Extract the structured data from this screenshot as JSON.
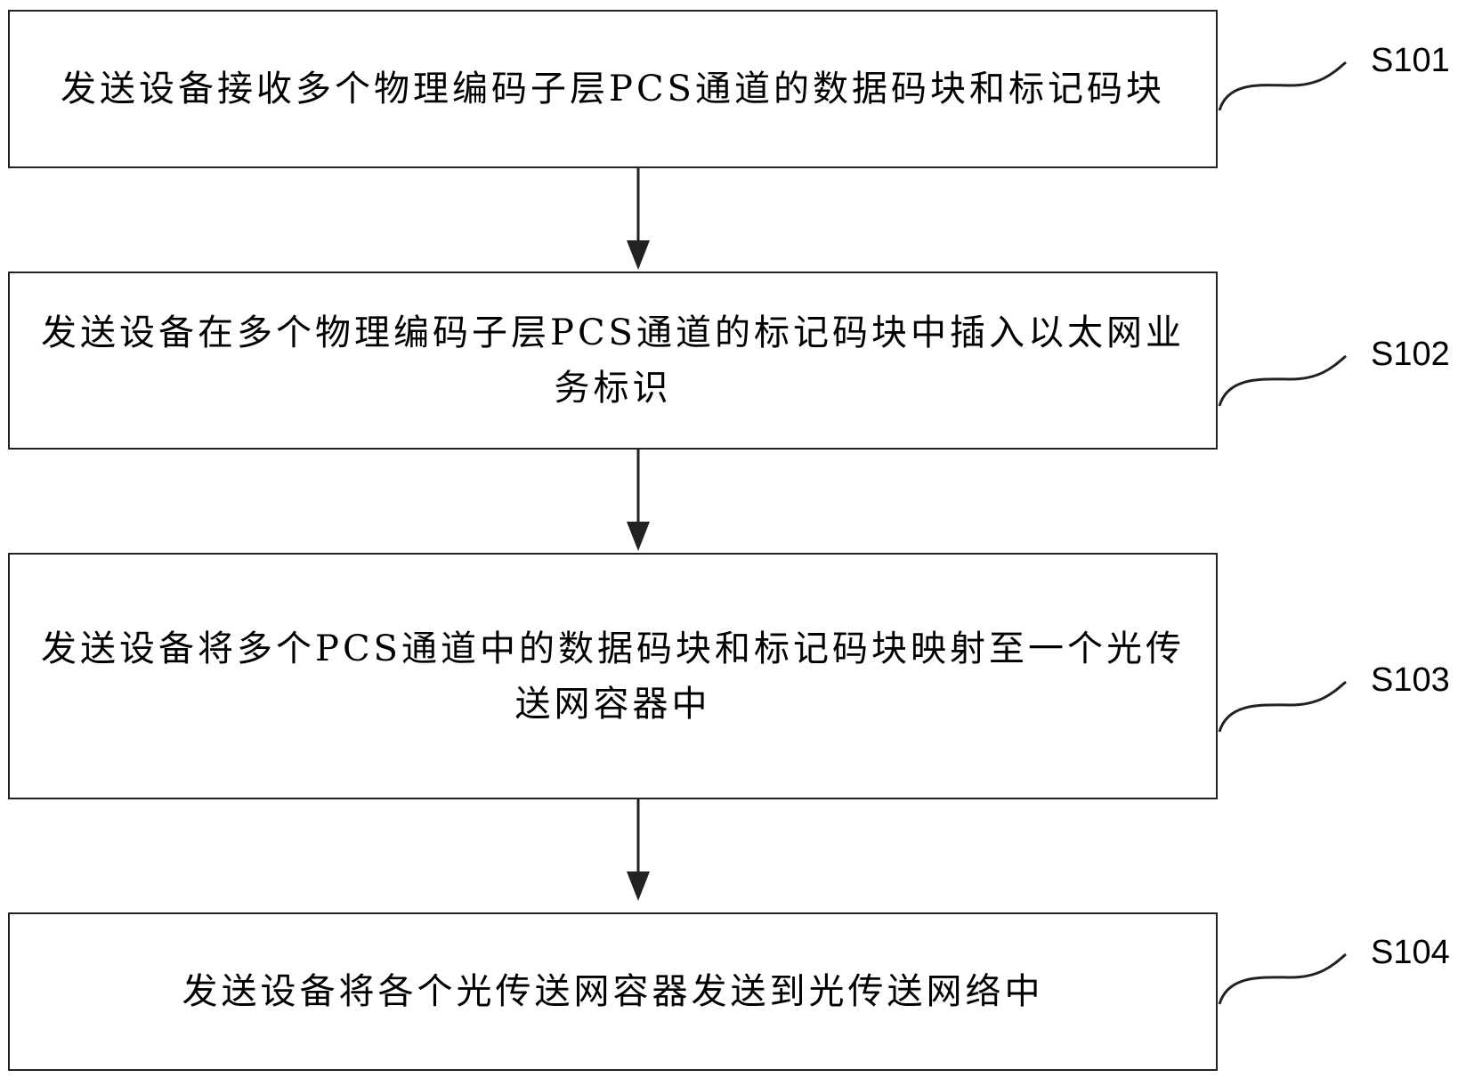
{
  "steps": [
    {
      "id": "S101",
      "label": "S101",
      "text": "发送设备接收多个物理编码子层PCS通道的数据码块和标记码块"
    },
    {
      "id": "S102",
      "label": "S102",
      "text": "发送设备在多个物理编码子层PCS通道的标记码块中插入以太网业务标识"
    },
    {
      "id": "S103",
      "label": "S103",
      "text": "发送设备将多个PCS通道中的数据码块和标记码块映射至一个光传送网容器中"
    },
    {
      "id": "S104",
      "label": "S104",
      "text": "发送设备将各个光传送网容器发送到光传送网络中"
    }
  ],
  "colors": {
    "line": "#222222",
    "text": "#000000",
    "background": "#ffffff"
  }
}
